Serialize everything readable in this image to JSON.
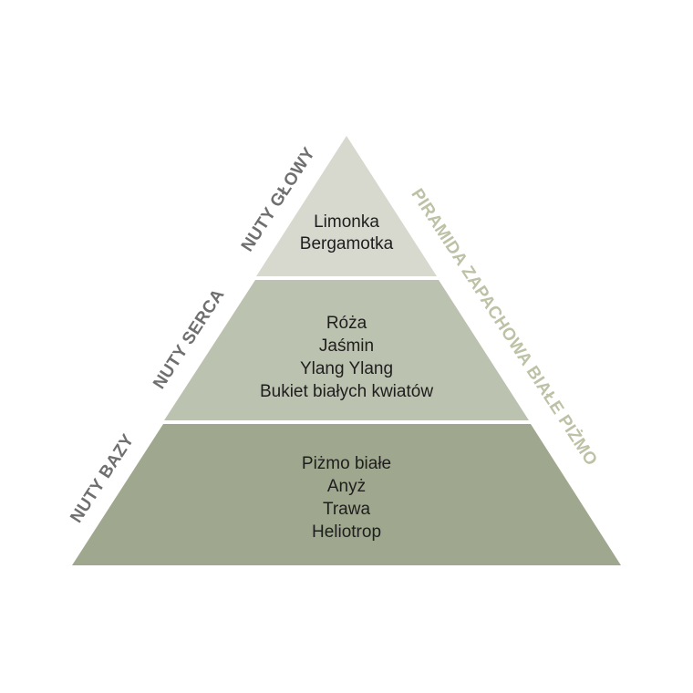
{
  "diagram": {
    "title": "PIRAMIDA ZAPACHOWA BIAŁE PIŻMO",
    "tiers": [
      {
        "id": "top",
        "side_label": "NUTY GŁOWY",
        "fill": "#d7d9cf",
        "notes": [
          "Limonka",
          "Bergamotka"
        ]
      },
      {
        "id": "middle",
        "side_label": "NUTY SERCA",
        "fill": "#bcc2b0",
        "notes": [
          "Róża",
          "Jaśmin",
          "Ylang Ylang",
          "Bukiet białych kwiatów"
        ]
      },
      {
        "id": "base",
        "side_label": "NUTY BAZY",
        "fill": "#9fa88e",
        "notes": [
          "Piżmo białe",
          "Anyż",
          "Trawa",
          "Heliotrop"
        ]
      }
    ],
    "colors": {
      "side_label": "#6f6f6f",
      "title": "#bcc2a6",
      "separator": "#ffffff"
    }
  }
}
